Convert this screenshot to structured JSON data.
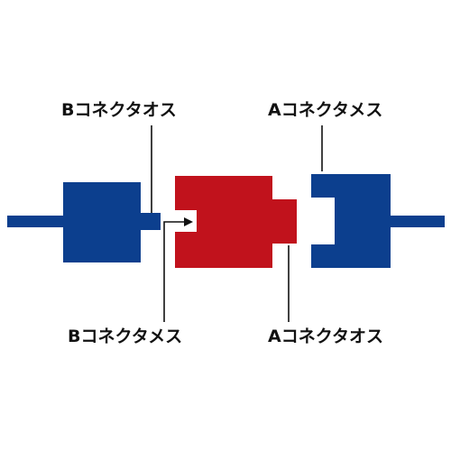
{
  "labels": {
    "b_male": "Bコネクタオス",
    "a_female": "Aコネクタメス",
    "b_female": "Bコネクタメス",
    "a_male": "Aコネクタオス"
  },
  "colors": {
    "cable_blue": "#0c3f8e",
    "connector_red": "#c1121c",
    "leader_line": "#111111",
    "label_text": "#111111",
    "background": "#ffffff"
  }
}
